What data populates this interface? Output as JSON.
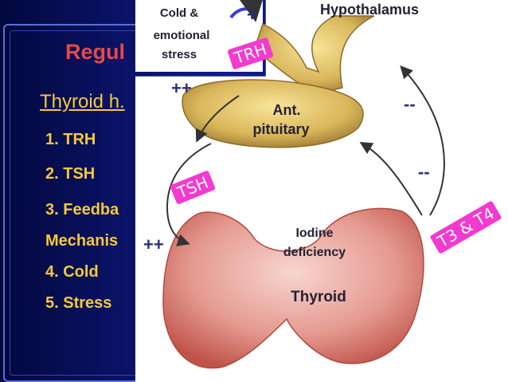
{
  "slide": {
    "title": "Regul",
    "subtitle": "Thyroid h.",
    "items": [
      "1. TRH",
      "2. TSH",
      "3. Feedba",
      "Mechanis",
      "4. Cold",
      "5. Stress"
    ]
  },
  "diagram": {
    "hypothalamus": "Hypothalamus",
    "cold_line1": "Cold &",
    "cold_line2": "emotional",
    "cold_line3": "stress",
    "plus_small": "+",
    "trh": "TRH",
    "plus_plus_top": "++",
    "ant_line1": "Ant.",
    "ant_line2": "pituitary",
    "minus_top": "--",
    "minus_mid": "--",
    "tsh": "TSH",
    "t3t4": "T3 & T4",
    "plus_plus_bottom": "++",
    "iodine_line1": "Iodine",
    "iodine_line2": "deficiency",
    "thyroid": "Thyroid"
  },
  "colors": {
    "badge": "#f33ad0",
    "title": "#e34a4a",
    "list": "#f4c93c",
    "background": "#0b1160"
  }
}
